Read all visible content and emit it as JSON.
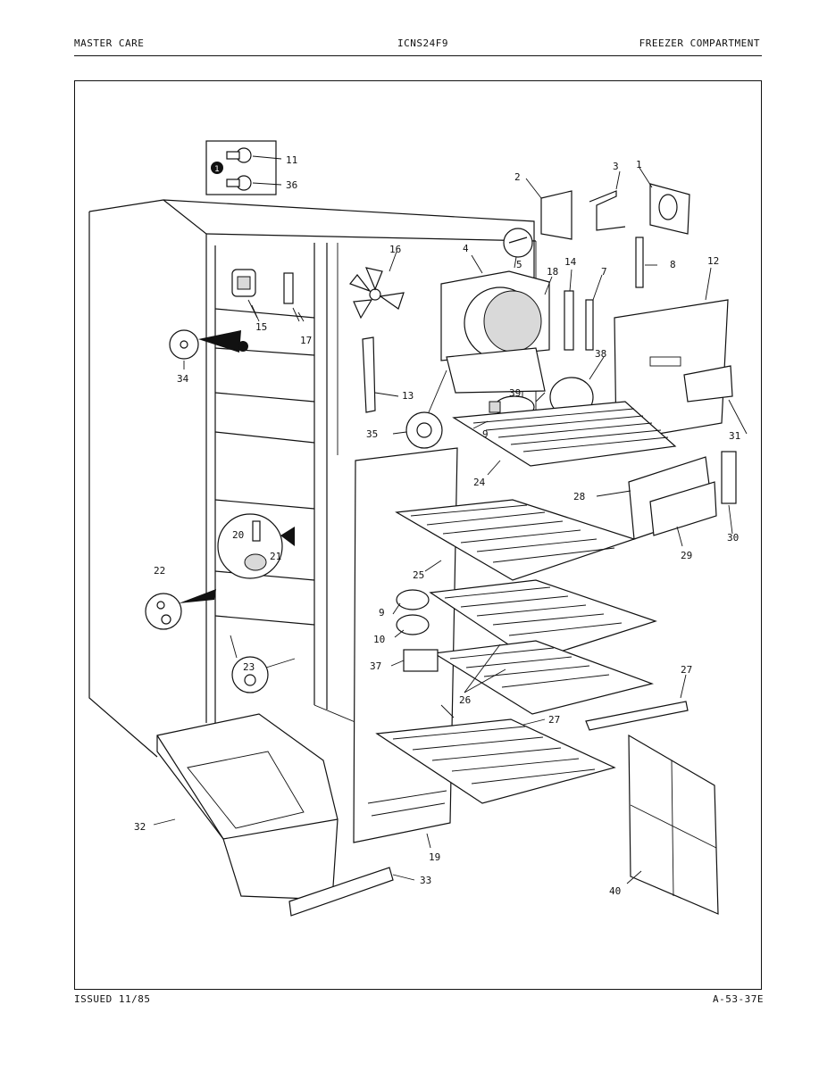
{
  "header": {
    "left": "MASTER CARE",
    "center": "ICNS24F9",
    "right": "FREEZER COMPARTMENT"
  },
  "footer": {
    "left": "ISSUED 11/85",
    "right": "A-53-37E"
  },
  "callout_marker": "1",
  "part_labels": {
    "p1": "1",
    "p2": "2",
    "p3": "3",
    "p4": "4",
    "p5": "5",
    "p7": "7",
    "p8": "8",
    "p9a": "9",
    "p9b": "9",
    "p10": "10",
    "p11": "11",
    "p12": "12",
    "p13": "13",
    "p14": "14",
    "p15": "15",
    "p16": "16",
    "p17": "17",
    "p18": "18",
    "p19": "19",
    "p20": "20",
    "p21": "21",
    "p22": "22",
    "p23": "23",
    "p24": "24",
    "p25": "25",
    "p26": "26",
    "p27a": "27",
    "p27b": "27",
    "p28": "28",
    "p29": "29",
    "p30": "30",
    "p31": "31",
    "p32": "32",
    "p33": "33",
    "p34": "34",
    "p35": "35",
    "p36": "36",
    "p37": "37",
    "p38": "38",
    "p39": "39",
    "p40": "40"
  }
}
